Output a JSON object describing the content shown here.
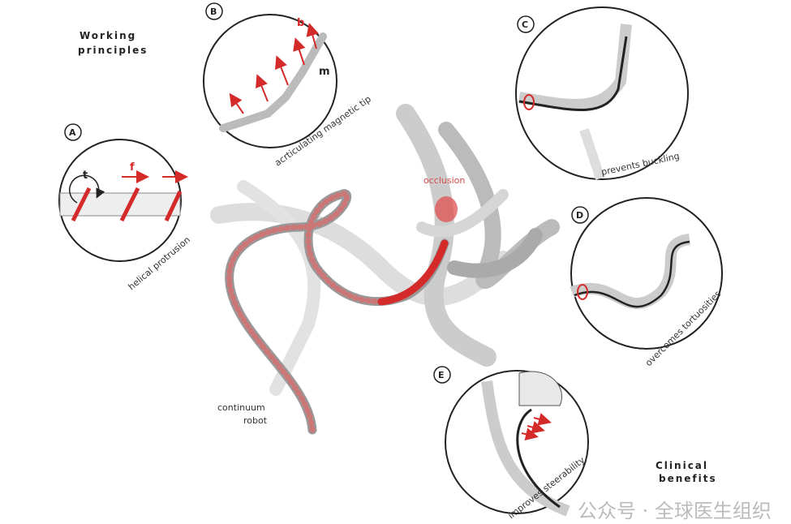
{
  "headings": {
    "working": [
      "Working",
      "principles"
    ],
    "clinical": [
      "Clinical",
      "benefits"
    ]
  },
  "panels": {
    "A": {
      "letter": "A",
      "label": "helical protrusion",
      "t": "t",
      "f": "f"
    },
    "B": {
      "letter": "B",
      "label": "acrticulating magnetic tip",
      "b": "b",
      "m": "m"
    },
    "C": {
      "letter": "C",
      "label": "prevents buckling"
    },
    "D": {
      "letter": "D",
      "label": "overcomes tortuosities"
    },
    "E": {
      "letter": "E",
      "label": "improves steerability"
    }
  },
  "center": {
    "occlusion": "occlusion",
    "robot": [
      "continuum",
      "robot"
    ]
  },
  "watermark": "公众号 · 全球医生组织",
  "colors": {
    "accent": "#d42a2a",
    "vessel": "#c8c8c8"
  }
}
